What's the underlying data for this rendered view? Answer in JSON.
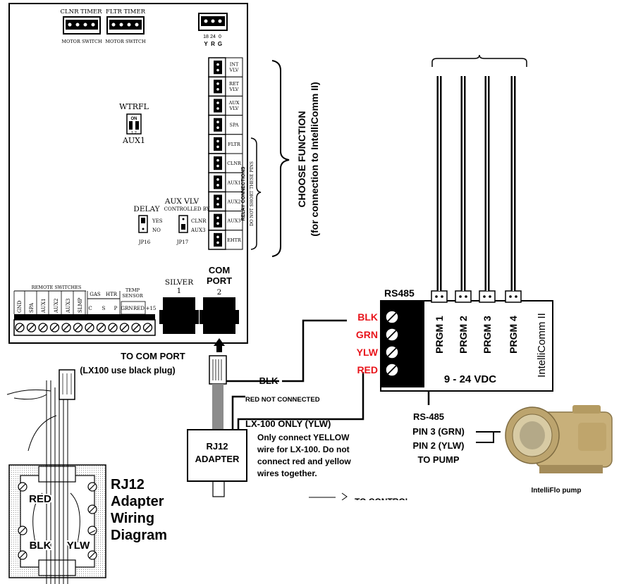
{
  "controller": {
    "top_connectors": {
      "cleaner_label": "CLNR TIMER",
      "filter_label": "FLTR TIMER",
      "cleaner_sub": "MOTOR SWITCH",
      "filter_sub": "MOTOR SWITCH"
    },
    "voltage_terminal": {
      "values": [
        "18",
        "24",
        "0"
      ],
      "colors": [
        "Y",
        "R",
        "G"
      ]
    },
    "relay_pins": [
      "INT\nVLV",
      "RET\nVLV",
      "AUX\nVLV",
      "SPA",
      "FLTR",
      "CLNR",
      "AUX1",
      "AUX2",
      "AUX3",
      "EHTR"
    ],
    "relay_note_title": "RELAY CONNECTIONS",
    "relay_note_sub": "DO NOT SHORT THESE PINS",
    "wtrfl": {
      "label": "WTRFL",
      "on": "ON",
      "nums": "1 2",
      "sub": "AUX1"
    },
    "aux_vlv": {
      "title": "AUX VLV",
      "controlled": "CONTROLLED BY",
      "opt1": "CLNR",
      "opt2": "AUX3",
      "jumper": "JP17"
    },
    "delay": {
      "title": "DELAY",
      "opt1": "YES",
      "opt2": "NO",
      "jumper": "JP16"
    },
    "remote_switches": {
      "title": "REMOTE SWITCHES",
      "labels": [
        "GND",
        "SPA",
        "AUX1",
        "AUX2",
        "AUX3",
        "SLMP"
      ]
    },
    "gas_htr": {
      "gas": "GAS",
      "htr": "HTR",
      "labels": [
        "C",
        "S",
        "P"
      ]
    },
    "temp_sensor": {
      "title": "TEMP\nSENSOR",
      "labels": [
        "GRN",
        "RED",
        "+15"
      ]
    },
    "ports": {
      "silver": "SILVER",
      "silver_num": "1",
      "com": "COM\nPORT",
      "com_num": "2"
    }
  },
  "choose_function": {
    "line1": "CHOOSE FUNCTION",
    "line2": "(for connection to IntelliComm II)"
  },
  "to_com_port": {
    "line1": "TO COM PORT",
    "line2": "(LX100 use black plug)"
  },
  "intellicomm": {
    "rs485": "RS485",
    "terminals": [
      "BLK",
      "GRN",
      "YLW",
      "RED"
    ],
    "programs": [
      "PRGM 1",
      "PRGM 2",
      "PRGM 3",
      "PRGM 4"
    ],
    "brand": "IntelliComm II",
    "voltage": "9 - 24 VDC"
  },
  "adapter": {
    "line1": "RJ12",
    "line2": "ADAPTER"
  },
  "wire_labels": {
    "blk": "BLK",
    "red_not_connected": "RED NOT CONNECTED",
    "lx100_only": "LX-100 ONLY (YLW)",
    "note": "Only connect YELLOW\nwire for LX-100. Do not\nconnect red and yellow\nwires together."
  },
  "rs485_pump": {
    "line1": "RS-485",
    "line2": "PIN 3 (GRN)",
    "line3": "PIN 2 (YLW)",
    "line4": "TO PUMP"
  },
  "pump_caption": "IntelliFlo pump",
  "to_control": "TO CONTROL",
  "rj12_diagram": {
    "title": "RJ12\nAdapter\nWiring\nDiagram",
    "red": "RED",
    "blk": "BLK",
    "ylw": "YLW"
  },
  "colors": {
    "red_label": "#e8141b",
    "black": "#000000",
    "cable_gray": "#8c8c8c",
    "pump_tan": "#c8b07a"
  }
}
